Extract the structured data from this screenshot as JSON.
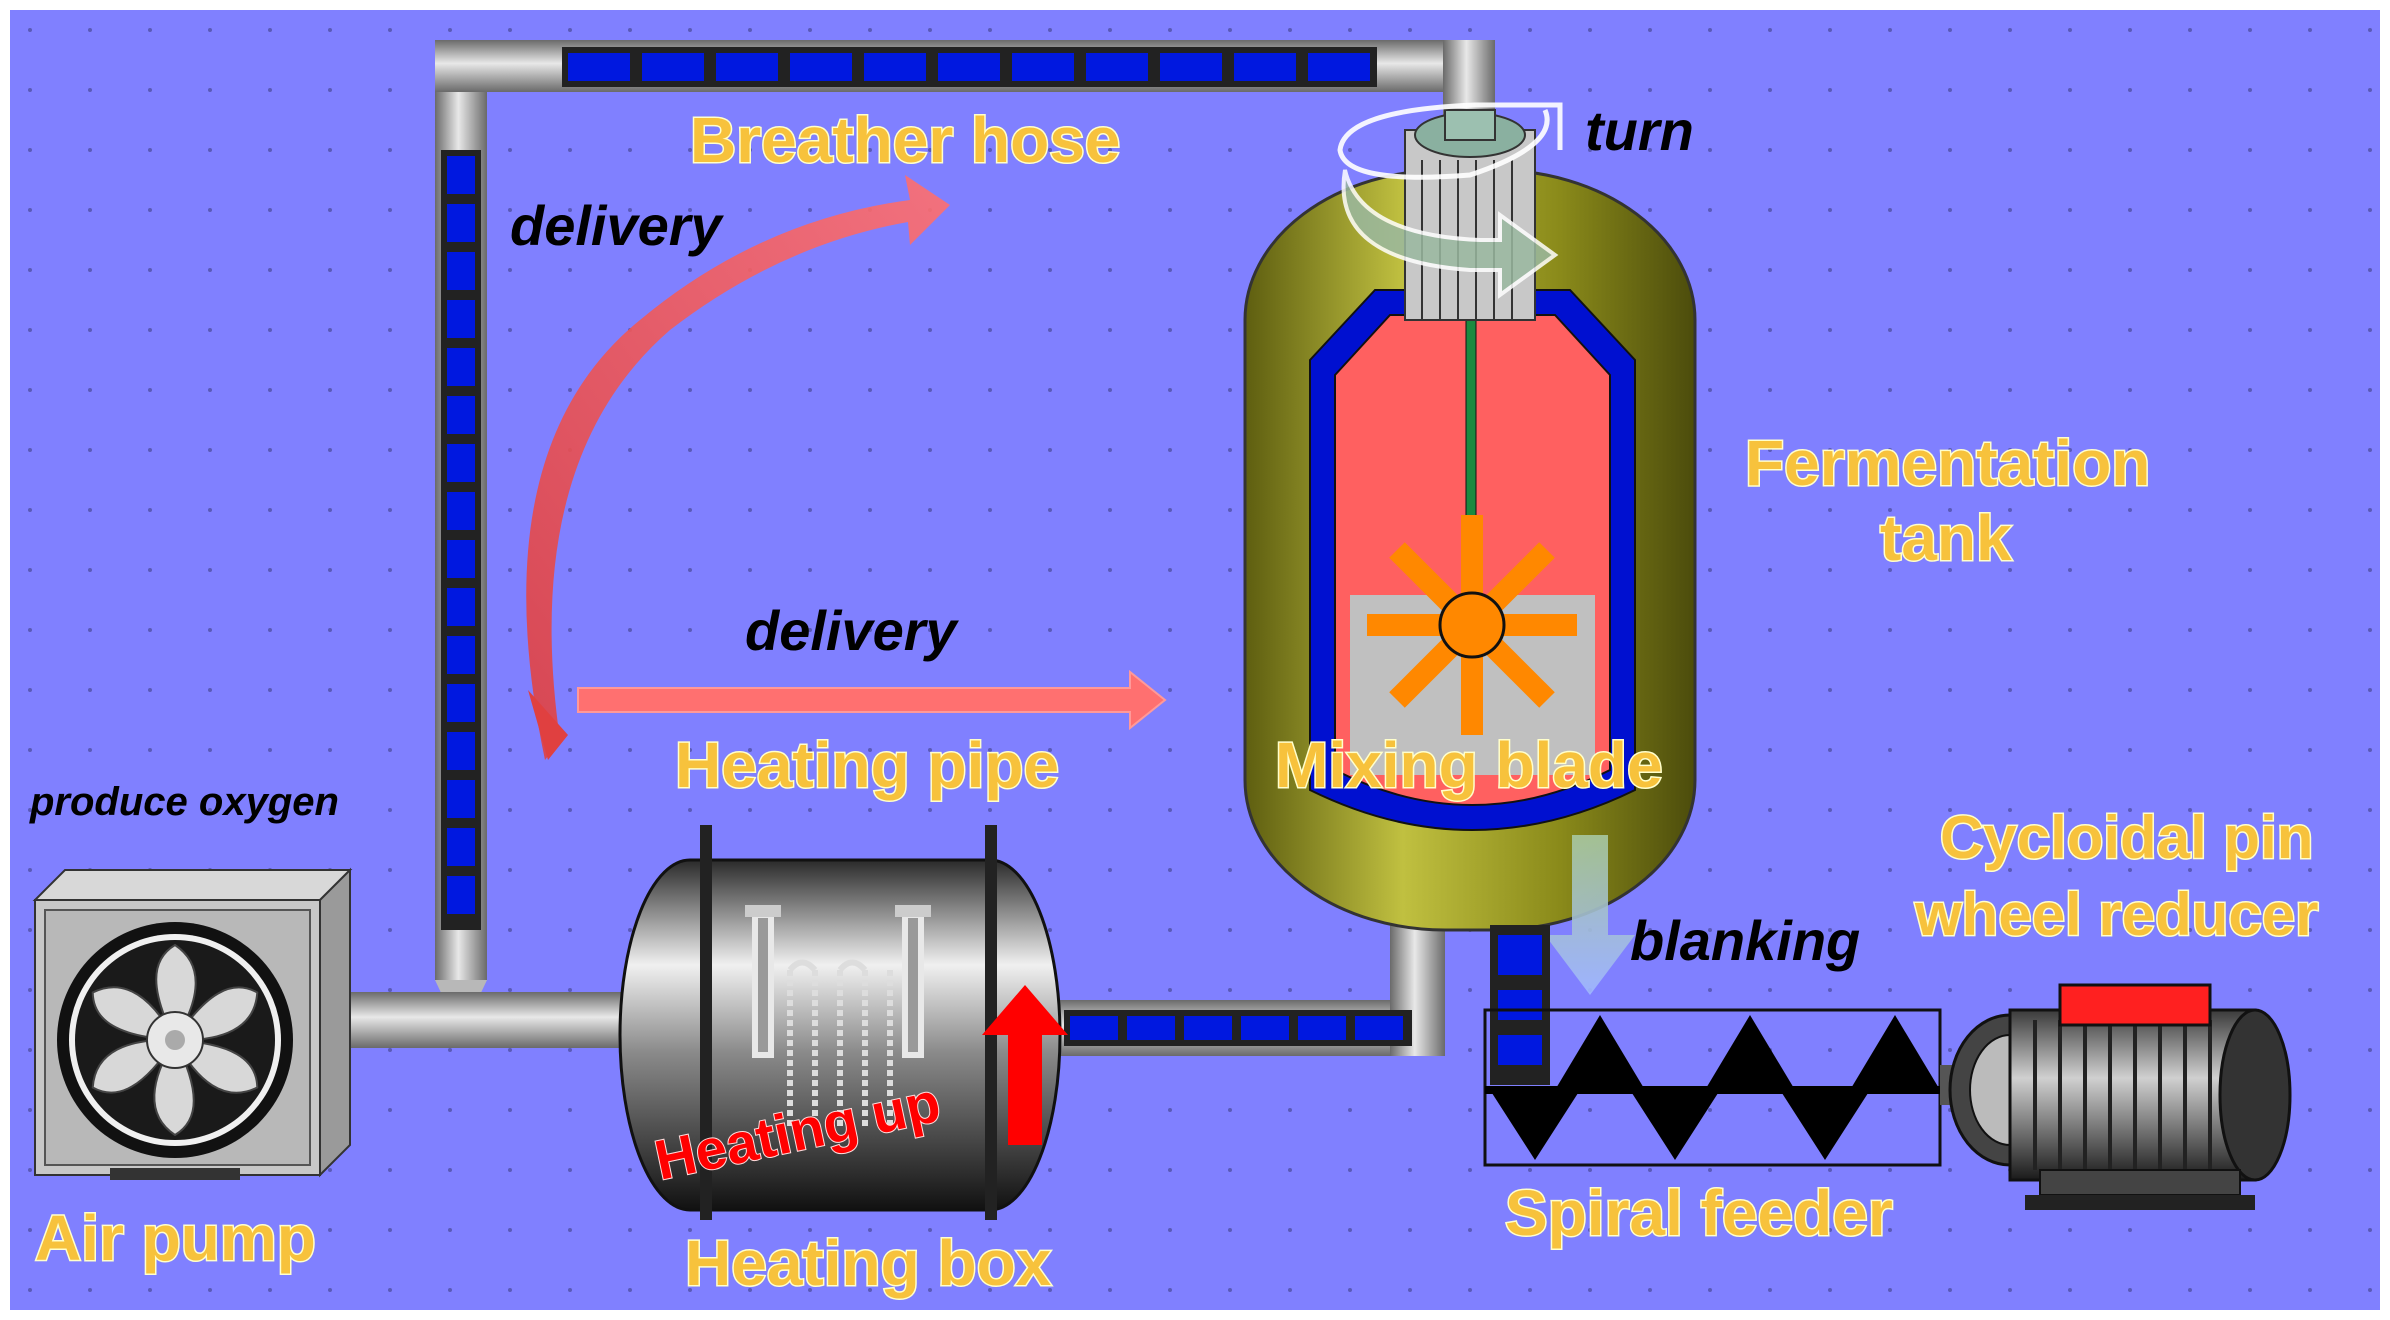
{
  "labels": {
    "breather_hose": "Breather hose",
    "delivery_top": "delivery",
    "delivery_mid": "delivery",
    "turn": "turn",
    "fermentation_line1": "Fermentation",
    "fermentation_line2": "tank",
    "heating_pipe": "Heating pipe",
    "mixing_blade": "Mixing blade",
    "produce_oxygen": "produce oxygen",
    "cycloidal_line1": "Cycloidal pin",
    "cycloidal_line2": "wheel reducer",
    "blanking": "blanking",
    "heating_up": "Heating up",
    "air_pump": "Air pump",
    "heating_box": "Heating box",
    "spiral_feeder": "Spiral feeder"
  },
  "colors": {
    "background": "#8080ff",
    "pipe": "#a0a0a0",
    "pipe_segment": "#0018e0",
    "tank_shell": "#9a9a1e",
    "tank_liner": "#0010d0",
    "tank_fluid": "#ff6060",
    "blade": "#ff8800",
    "label_yellow": "#f7c23c",
    "heating_arrow": "#ff0000"
  },
  "icons": {
    "air_pump": "fan-icon",
    "heating_box": "heater-drum-icon",
    "reducer": "motor-icon",
    "feeder": "screw-conveyor-icon"
  }
}
